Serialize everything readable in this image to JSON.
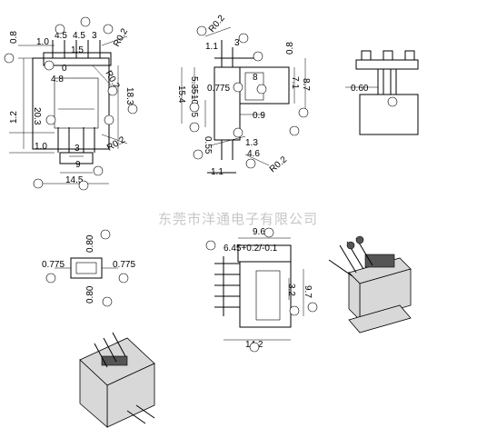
{
  "watermark": "东莞市洋通电子有限公司",
  "front_view": {
    "dims": [
      "0.8",
      "1.0",
      "4.5",
      "4.5",
      "3",
      "R0.2",
      "1.5",
      "0",
      "4.8",
      "20.3",
      "18.3",
      "R0.2",
      "1.2",
      "1.0",
      "3",
      "9",
      "R0.2",
      "14.5"
    ]
  },
  "side_view": {
    "dims": [
      "R0.2",
      "1.1",
      "3",
      "0.8",
      "5.35",
      "15.4",
      "10.05",
      "0.775",
      "8",
      "7.1",
      "8.7",
      "0.9",
      "0.55",
      "1.3",
      "4.6",
      "R0.2",
      "1.1"
    ]
  },
  "end_view": {
    "dims": [
      "0.60"
    ]
  },
  "section_view": {
    "dims": [
      "0.80",
      "0.775",
      "0.775",
      "0.80"
    ]
  },
  "pin_view": {
    "dims": [
      "9.6",
      "6.45+0.2/-0.1",
      "3.2",
      "9.7",
      "14.2"
    ]
  }
}
